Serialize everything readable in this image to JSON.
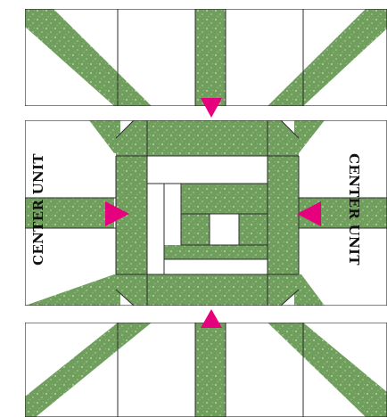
{
  "labels": {
    "left": "CENTER UNIT",
    "right": "CENTER UNIT"
  },
  "colors": {
    "fabric_green": "#6f9e5d",
    "fabric_dots": "#a9c99a",
    "seam": "#2d2d2d",
    "background": "#ffffff",
    "arrow": "#e6007e"
  },
  "arrows": [
    {
      "name": "arrow-top",
      "direction": "down"
    },
    {
      "name": "arrow-bottom",
      "direction": "up"
    },
    {
      "name": "arrow-left",
      "direction": "right"
    },
    {
      "name": "arrow-right",
      "direction": "left"
    }
  ]
}
